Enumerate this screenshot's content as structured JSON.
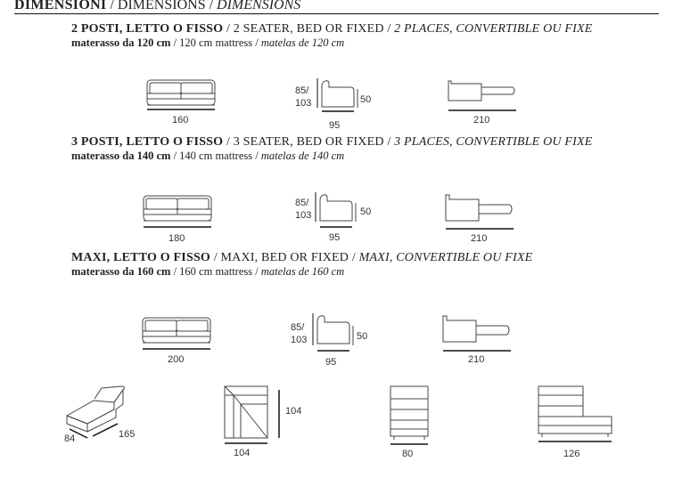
{
  "header": {
    "bold": "DIMENSIONI",
    "sep1": " / ",
    "plain": "DIMENSIONS",
    "sep2": " / ",
    "italic": "DIMENSIONS"
  },
  "sections": [
    {
      "title_bold": "2 POSTI, LETTO O FISSO",
      "title_plain": " / 2 SEATER, BED OR FIXED / ",
      "title_italic": "2 PLACES, CONVERTIBLE OU FIXE",
      "mattress_bold": "materasso da 120 cm",
      "mattress_plain": " / 120 cm mattress / ",
      "mattress_italic": "matelas de 120 cm",
      "front_width": "160",
      "side_height": "85/ 103",
      "side_seat": "50",
      "side_depth": "95",
      "open_length": "210"
    },
    {
      "title_bold": "3 POSTI, LETTO O FISSO",
      "title_plain": " / 3 SEATER, BED OR FIXED / ",
      "title_italic": "3 PLACES, CONVERTIBLE OU FIXE",
      "mattress_bold": "materasso da 140 cm",
      "mattress_plain": " / 140 cm mattress / ",
      "mattress_italic": "matelas de 140 cm",
      "front_width": "180",
      "side_height": "85/ 103",
      "side_seat": "50",
      "side_depth": "95",
      "open_length": "210"
    },
    {
      "title_bold": "MAXI, LETTO O FISSO",
      "title_plain": " / MAXI, BED OR FIXED / ",
      "title_italic": "MAXI, CONVERTIBLE OU FIXE",
      "mattress_bold": "materasso da 160 cm",
      "mattress_plain": " / 160 cm mattress / ",
      "mattress_italic": "matelas de 160 cm",
      "front_width": "200",
      "side_height": "85/ 103",
      "side_seat": "50",
      "side_depth": "95",
      "open_length": "210"
    }
  ],
  "modules": {
    "chaise_depth": "84",
    "chaise_length": "165",
    "corner_height": "104",
    "corner_width": "104",
    "pouf_width": "80",
    "end_width": "126"
  }
}
